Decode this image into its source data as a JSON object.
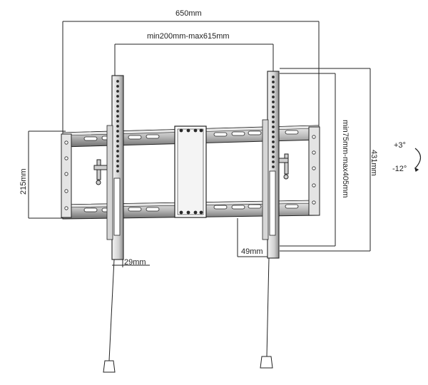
{
  "dimensions": {
    "overall_width": "650mm",
    "stud_spacing": "min200mm-max615mm",
    "height": "215mm",
    "rail_height": "431mm",
    "vesa_range": "min75mm-max405mm",
    "profile_depth": "49mm",
    "arm_width": "29mm"
  },
  "tilt": {
    "up": "+3°",
    "down": "-12°"
  },
  "colors": {
    "line": "#222222",
    "fill_dark": "#2a2a2a",
    "fill_mid": "#8a8a8a",
    "fill_light": "#d8d8d8"
  }
}
